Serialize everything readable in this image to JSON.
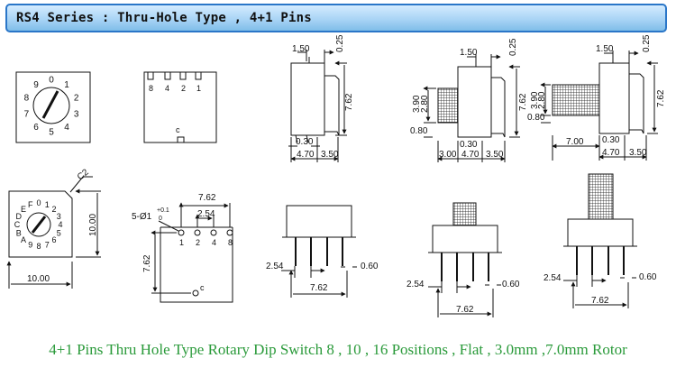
{
  "header": {
    "title": "RS4 Series : Thru-Hole Type , 4+1 Pins"
  },
  "footer": {
    "caption": "4+1 Pins Thru Hole Type Rotary Dip Switch  8 , 10 , 16 Positions , Flat , 3.0mm ,7.0mm Rotor"
  },
  "dial10": {
    "digits": [
      "0",
      "1",
      "2",
      "3",
      "4",
      "5",
      "6",
      "7",
      "8",
      "9"
    ]
  },
  "pins_top": {
    "labels": [
      "8",
      "4",
      "2",
      "1"
    ],
    "common": "c"
  },
  "dial16": {
    "digits": [
      "0",
      "1",
      "2",
      "3",
      "4",
      "5",
      "6",
      "7",
      "8",
      "9",
      "A",
      "B",
      "C",
      "D",
      "E",
      "F"
    ],
    "width_dim": "10.00",
    "height_dim": "10.00",
    "chamfer": "C2"
  },
  "footprint": {
    "pin_labels": [
      "1",
      "2",
      "4",
      "8"
    ],
    "common": "c",
    "hole": "5-Ø1",
    "tol_plus": "+0.1",
    "tol_minus": "0",
    "pitch_h": "7.62",
    "pitch_2": "2.54",
    "pitch_v": "7.62"
  },
  "side_flat": {
    "top": "1.50",
    "right": "0.25",
    "height": "7.62",
    "pin": "0.30",
    "w1": "4.70",
    "w2": "3.50"
  },
  "side_3mm": {
    "top": "1.50",
    "right": "0.25",
    "height": "7.62",
    "act1": "3.90",
    "act2": "2.80",
    "left": "0.80",
    "pin": "0.30",
    "rotor": "3.00",
    "w1": "4.70",
    "w2": "3.50"
  },
  "side_7mm": {
    "top": "1.50",
    "right": "0.25",
    "height": "7.62",
    "act1": "3.90",
    "act2": "2.80",
    "left": "0.80",
    "pin": "0.30",
    "rotor": "7.00",
    "w1": "4.70",
    "w2": "3.50"
  },
  "front_flat": {
    "pitch": "2.54",
    "width": "7.62",
    "pin": "0.60"
  },
  "front_3mm": {
    "pitch": "2.54",
    "width": "7.62",
    "pin": "0.60"
  },
  "front_7mm": {
    "pitch": "2.54",
    "width": "7.62",
    "pin": "0.60"
  }
}
